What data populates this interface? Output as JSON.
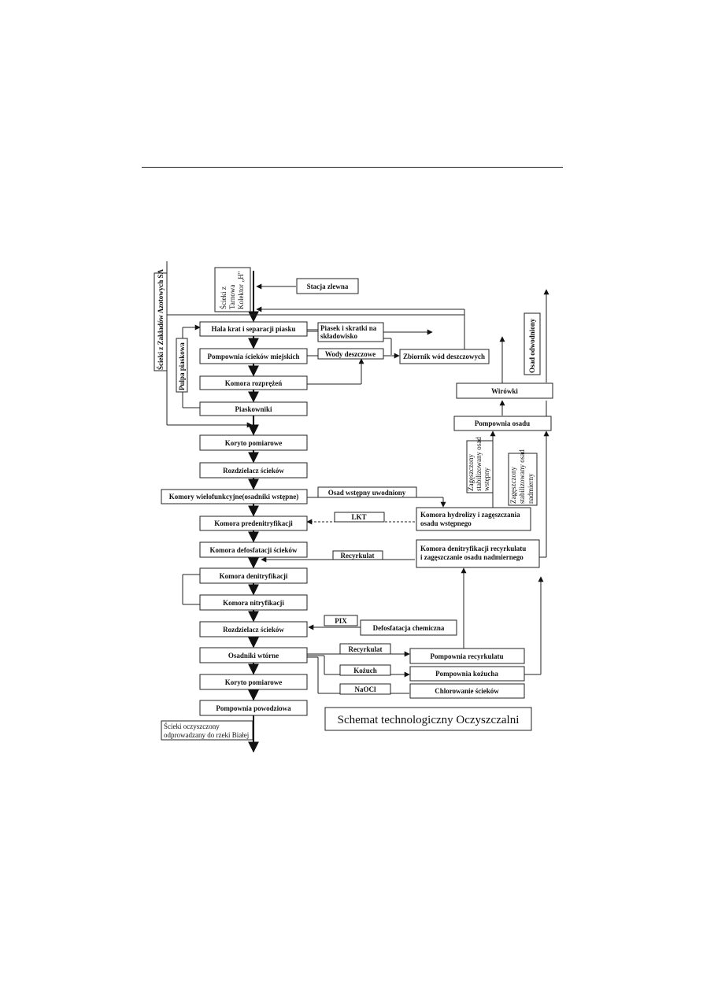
{
  "diagram": {
    "title": "Schemat technologiczny Oczyszczalni",
    "inputs": {
      "zaklady": "Ścieki z Zakładów Azotowych SA",
      "tarnow_lines": [
        "Ścieki z",
        "Tarnowa",
        "Kolektor „H\""
      ]
    },
    "main_line": [
      "Hala krat i separacji piasku",
      "Pompownia ścieków miejskich",
      "Komora rozprężeń",
      "Piaskowniki",
      "Koryto pomiarowe",
      "Rozdzielacz ścieków",
      "Komory wielofunkcyjne(osadniki wstępne)",
      "Komora predenitryfikacji",
      "Komora defosfatacji ścieków",
      "Komora denitryfikacji",
      "Komora nitryfikacji",
      "Rozdzielacz ścieków",
      "Osadniki wtórne",
      "Koryto pomiarowe",
      "Pompownia powodziowa"
    ],
    "side_boxes": {
      "stacja_zlewna": "Stacja zlewna",
      "piasek": [
        "Piasek i skratki na",
        "składowisko"
      ],
      "zbiornik": "Zbiornik wód deszczowych",
      "wirowki": "Wirówki",
      "pompownia_osadu": "Pompownia osadu",
      "hydrolizy": [
        "Komora hydrolizy i zagęszczania",
        "osadu wstępnego"
      ],
      "denitr_recyrkulatu": [
        "Komora denitryfikacji recyrkulatu",
        "i zagęszczanie osadu nadmiernego"
      ],
      "defosfatacja_chem": "Defosfatacja chemiczna",
      "pompownia_recyrkulatu": "Pompownia recyrkulatu",
      "pompownia_kozucha": "Pompownia kożucha",
      "chlorowanie": "Chlorowanie ścieków"
    },
    "flow_labels": {
      "wody_deszczowe": "Wody deszczowe",
      "pulpa": "Pulpa piaskowa",
      "osad_wstepny": "Osad wstępny uwodniony",
      "lkt": "LKT",
      "recyrkulat_1": "Recyrkulat",
      "pix": "PIX",
      "recyrkulat_2": "Recyrkulat",
      "kozuch": "Kożuch",
      "naocl": "NaOCl",
      "osad_odwodniony": "Osad odwodniony",
      "zag_wstepny": [
        "Zagęszczony",
        "stabilizowany osad",
        "wstępny"
      ],
      "zag_nadmierny": [
        "Zagęszczony",
        "stabilizowany osad",
        "nadmierny"
      ],
      "outlet": [
        "Ścieki oczyszczony",
        "odprowadzany do rzeki Białej"
      ]
    }
  }
}
